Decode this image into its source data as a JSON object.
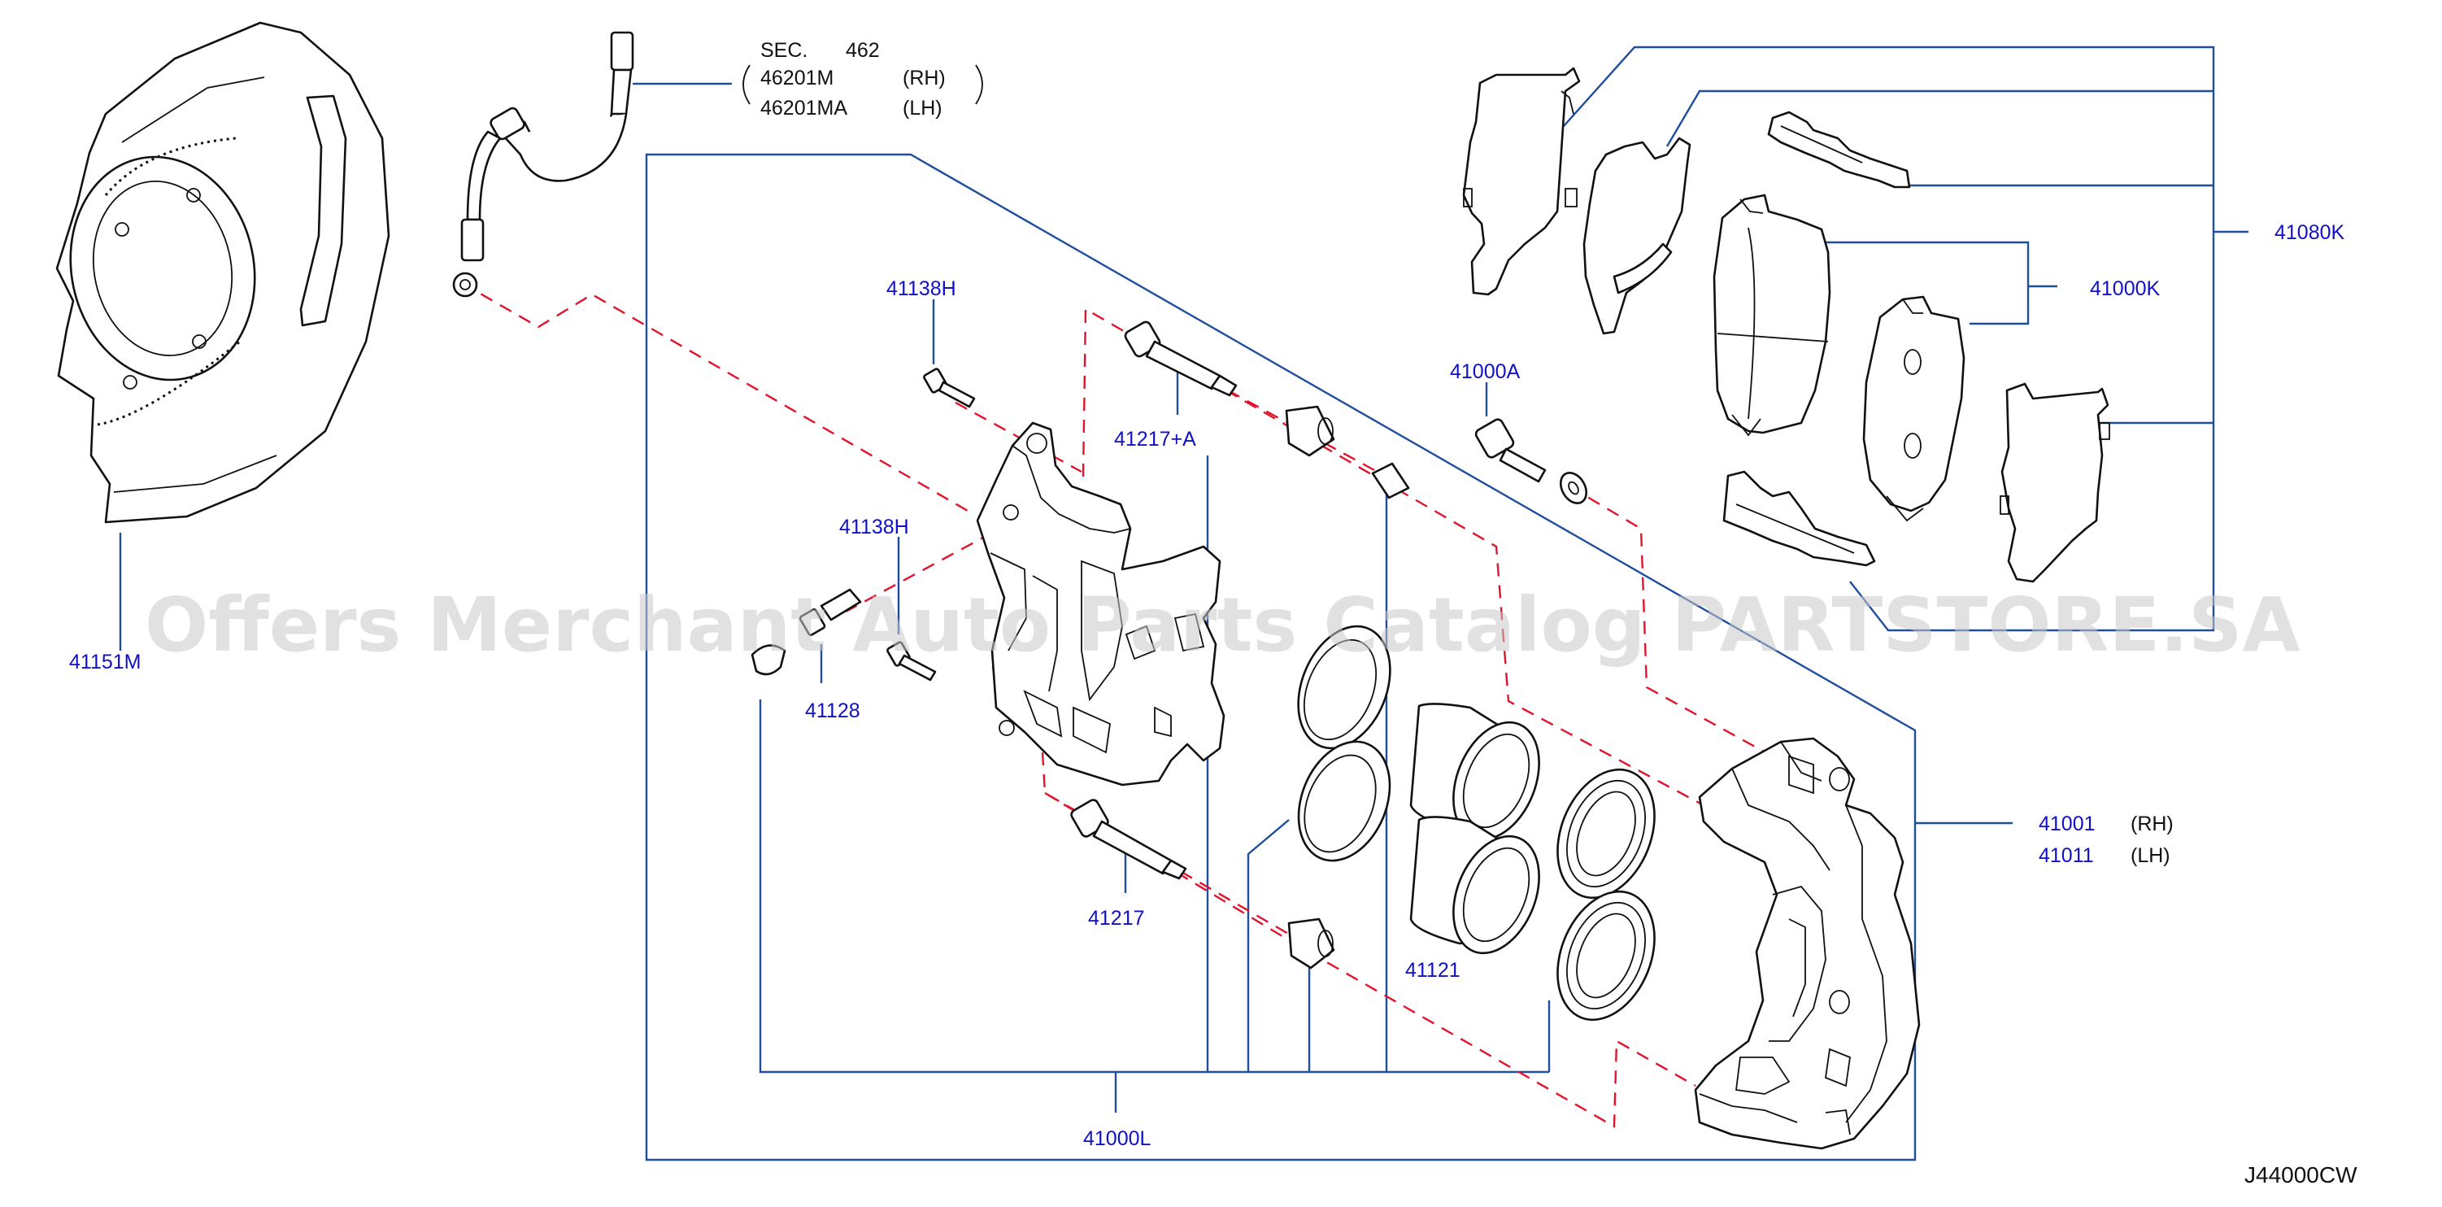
{
  "colors": {
    "part_label": "#1010c8",
    "leader_line": "#1f4e9e",
    "dashed_line": "#e0142c",
    "watermark": "#c9c9c9"
  },
  "watermark": "Offers Merchant Auto Parts Catalog PARTSTORE.SA",
  "diagram_code": "J44000CW",
  "hose_ref": {
    "sec": "SEC.",
    "sec_no": "462",
    "rows": [
      {
        "part_no": "46201M",
        "side": "(RH)"
      },
      {
        "part_no": "46201MA",
        "side": "(LH)"
      }
    ]
  },
  "labels": {
    "splash_guard": "41151M",
    "bolt_upper": "41138H",
    "bolt_lower": "41138H",
    "sleeve_pin_a": "41217+A",
    "pad_bolt": "41000A",
    "bleeder": "41128",
    "sleeve_pin": "41217",
    "piston": "41121",
    "caliper_kit": "41000L",
    "pad_kit": "41000K",
    "pad_hardware_kit": "41080K"
  },
  "caliper_assy": [
    {
      "part_no": "41001",
      "side": "(RH)"
    },
    {
      "part_no": "41011",
      "side": "(LH)"
    }
  ]
}
